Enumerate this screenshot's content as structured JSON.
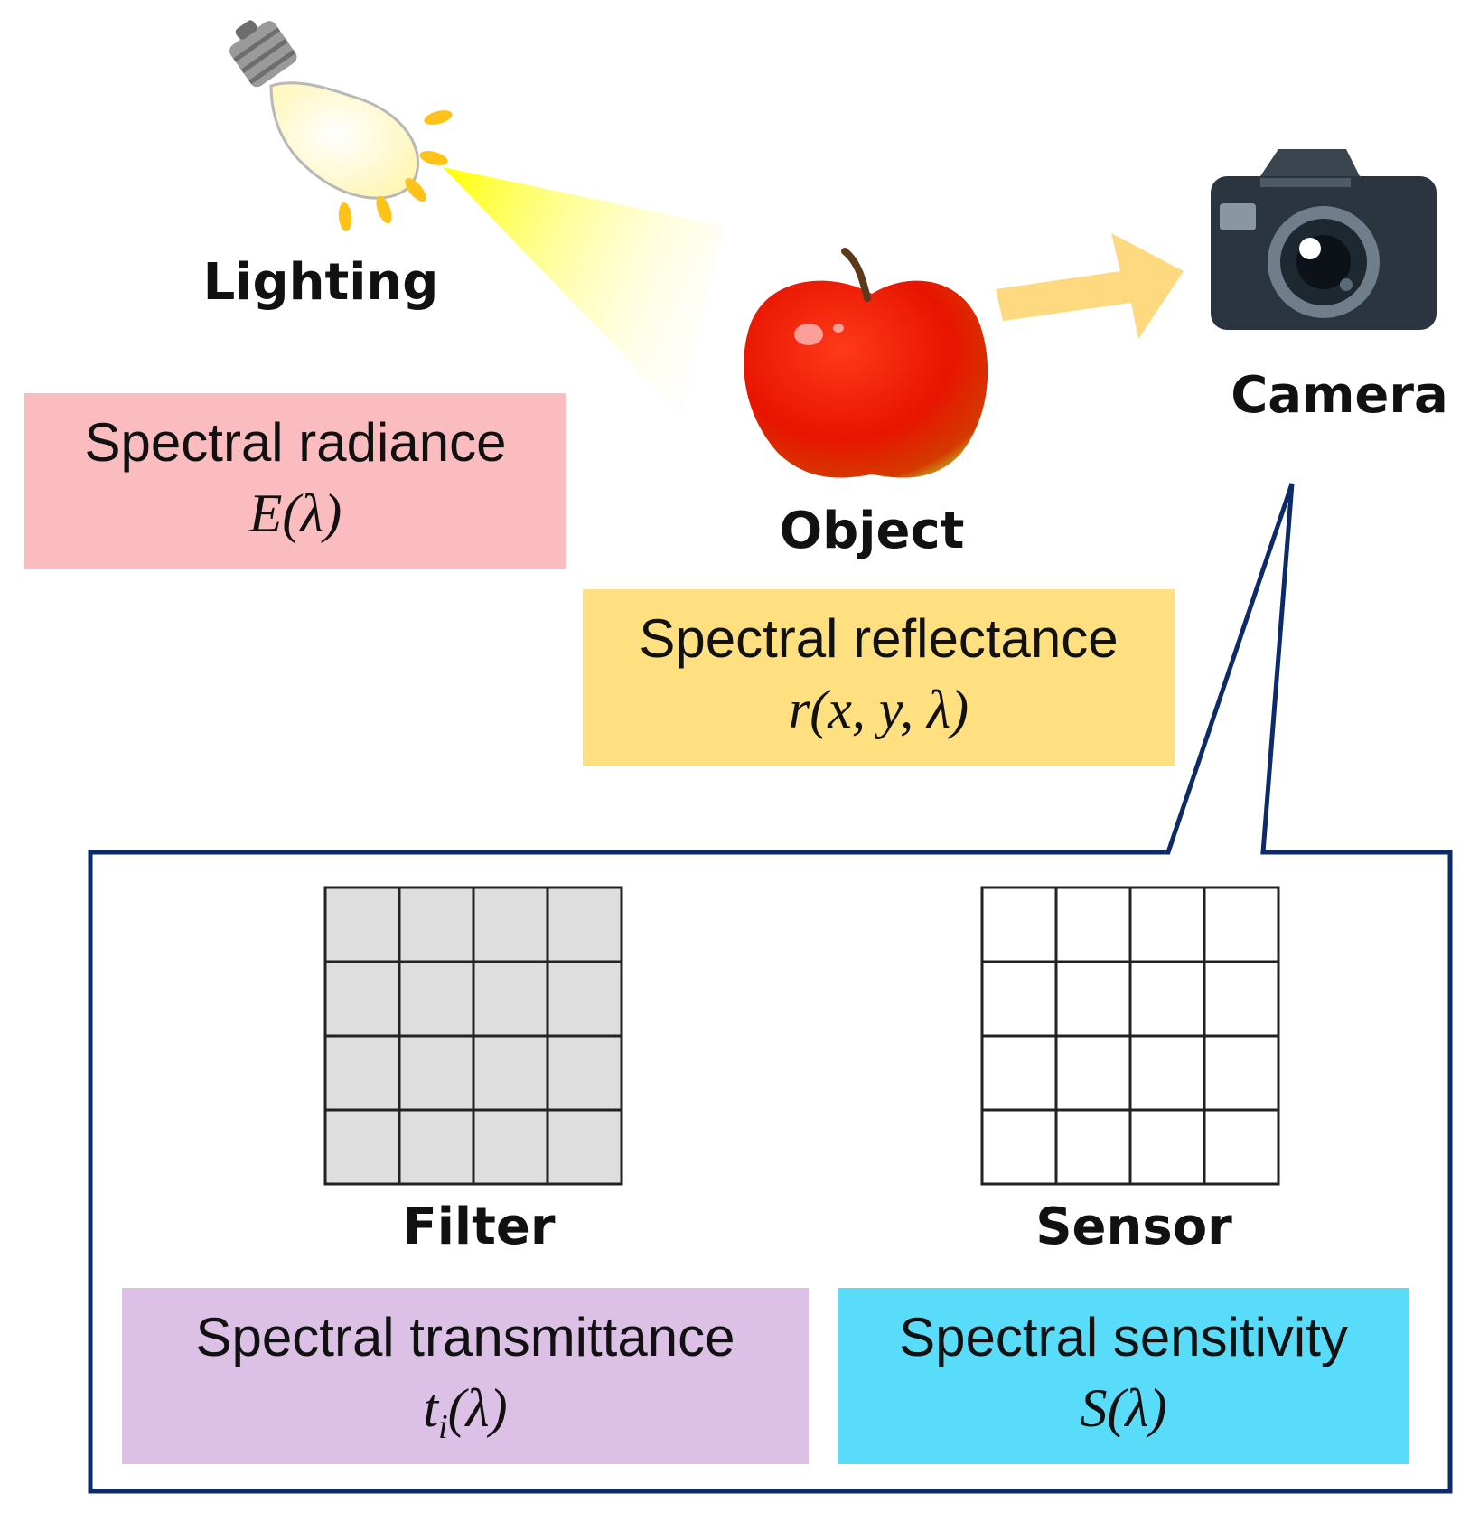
{
  "labels": {
    "lighting": "Lighting",
    "object": "Object",
    "camera": "Camera",
    "filter": "Filter",
    "sensor": "Sensor"
  },
  "boxes": {
    "radiance": {
      "title": "Spectral radiance",
      "symbol": "E(λ)",
      "color": "#fbbcc0"
    },
    "reflectance": {
      "title": "Spectral reflectance",
      "symbol": "r(x, y, λ)",
      "color": "#ffe081"
    },
    "transmittance": {
      "title": "Spectral transmittance",
      "symbol_main": "t",
      "symbol_sub": "i",
      "symbol_rest": "(λ)",
      "color": "#dcc0e6"
    },
    "sensitivity": {
      "title": "Spectral sensitivity",
      "symbol": "S(λ)",
      "color": "#59dcf9"
    }
  },
  "colors": {
    "callout_border": "#0d2a6b",
    "filter_cell": "#dedede",
    "light_beam": "#ffff00",
    "arrow": "#ffd980"
  }
}
